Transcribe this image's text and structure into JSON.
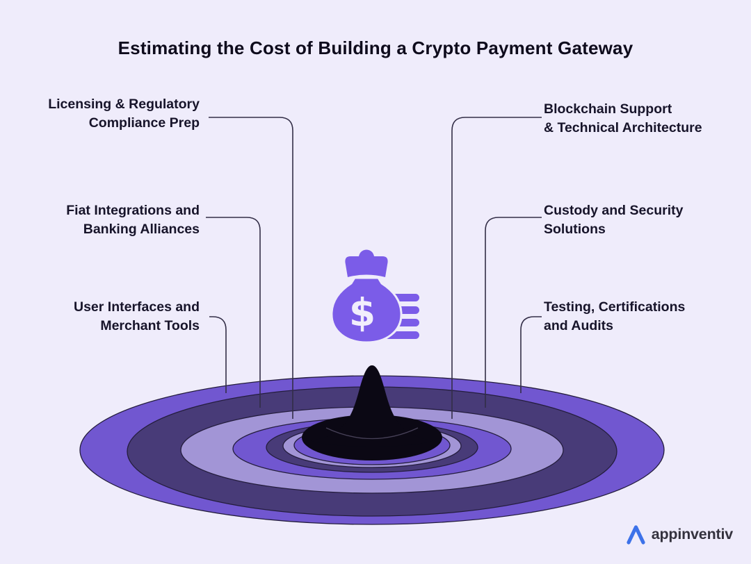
{
  "title": "Estimating the Cost of Building a Crypto Payment Gateway",
  "labels": {
    "left": [
      {
        "line1": "Licensing & Regulatory",
        "line2": "Compliance Prep"
      },
      {
        "line1": "Fiat Integrations and",
        "line2": "Banking Alliances"
      },
      {
        "line1": "User Interfaces and",
        "line2": "Merchant Tools"
      }
    ],
    "right": [
      {
        "line1": "Blockchain Support",
        "line2": "& Technical Architecture"
      },
      {
        "line1": "Custody and Security",
        "line2": "Solutions"
      },
      {
        "line1": "Testing, Certifications",
        "line2": "and Audits"
      }
    ]
  },
  "center_icon": {
    "name": "money-bag-with-coin-stack",
    "currency_symbol": "$"
  },
  "ripple": {
    "description": "concentric splash ripple with central black droplet spike",
    "ring_colors_outer_to_inner": [
      "#7157D0",
      "#483B78",
      "#A295D6",
      "#7157D0",
      "#483B78",
      "#A295D6",
      "#7157D0"
    ],
    "center_color": "#0B0814"
  },
  "colors": {
    "background": "#EFECFB",
    "ring_violet": "#7157D0",
    "ring_dark": "#483B78",
    "ring_light": "#A295D6",
    "splash_black": "#0B0814",
    "icon_purple": "#7B5CE8",
    "icon_symbol": "#F1EEFC",
    "connector": "#332E47",
    "ring_outline": "#241D3D",
    "title_text": "#0E0B1C",
    "label_text": "#17142A",
    "logo_blue": "#3D72E9",
    "logo_text": "#34323E"
  },
  "logo": {
    "text": "appinventiv"
  }
}
